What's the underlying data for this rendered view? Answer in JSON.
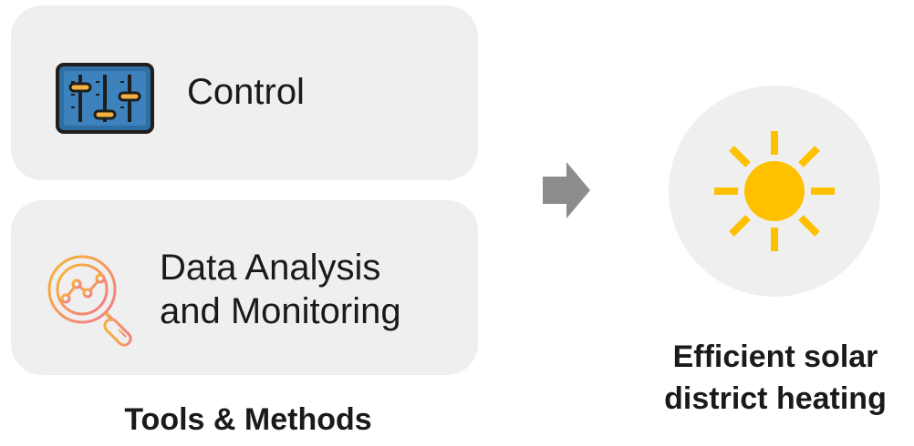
{
  "tools": {
    "title": "Tools & Methods",
    "items": [
      {
        "label": "Control",
        "icon": "sliders-icon"
      },
      {
        "label_line1": "Data Analysis",
        "label_line2": "and Monitoring",
        "icon": "magnifier-chart-icon"
      }
    ]
  },
  "arrow": {
    "icon": "right-arrow-icon"
  },
  "result": {
    "icon": "sun-icon",
    "title_line1": "Efficient solar",
    "title_line2": "district heating"
  },
  "colors": {
    "card_bg": "#efefef",
    "sun": "#ffc000",
    "arrow": "#8c8c8c",
    "sliders_panel": "#2f6ea3",
    "sliders_knob": "#f5b041",
    "analysis_gradient_start": "#f7b733",
    "analysis_gradient_end": "#f27a8a"
  }
}
